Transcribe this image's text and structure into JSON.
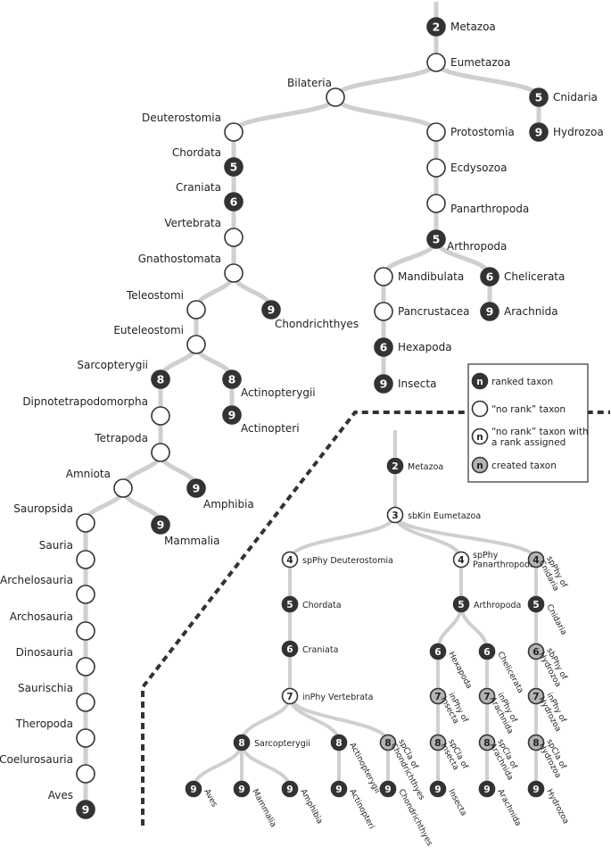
{
  "colors": {
    "edge": "#cfcfcf",
    "ranked_fill": "#333333",
    "ranked_text": "#ffffff",
    "norank_fill": "#ffffff",
    "norank_stroke": "#333333",
    "created_fill": "#b3b3b3",
    "divider": "#333333"
  },
  "left_tree": {
    "nodes": [
      {
        "id": "metazoa",
        "label": "Metazoa",
        "type": "ranked",
        "rank": "2"
      },
      {
        "id": "eumetazoa",
        "label": "Eumetazoa",
        "type": "norank",
        "rank": ""
      },
      {
        "id": "bilateria",
        "label": "Bilateria",
        "type": "norank",
        "rank": ""
      },
      {
        "id": "cnidaria",
        "label": "Cnidaria",
        "type": "ranked",
        "rank": "5"
      },
      {
        "id": "hydrozoa",
        "label": "Hydrozoa",
        "type": "ranked",
        "rank": "9"
      },
      {
        "id": "deuterostomia",
        "label": "Deuterostomia",
        "type": "norank",
        "rank": ""
      },
      {
        "id": "protostomia",
        "label": "Protostomia",
        "type": "norank",
        "rank": ""
      },
      {
        "id": "chordata",
        "label": "Chordata",
        "type": "ranked",
        "rank": "5"
      },
      {
        "id": "craniata",
        "label": "Craniata",
        "type": "ranked",
        "rank": "6"
      },
      {
        "id": "vertebrata",
        "label": "Vertebrata",
        "type": "norank",
        "rank": ""
      },
      {
        "id": "gnathostomata",
        "label": "Gnathostomata",
        "type": "norank",
        "rank": ""
      },
      {
        "id": "teleostomi",
        "label": "Teleostomi",
        "type": "norank",
        "rank": ""
      },
      {
        "id": "chondrichthyes",
        "label": "Chondrichthyes",
        "type": "ranked",
        "rank": "9"
      },
      {
        "id": "euteleostomi",
        "label": "Euteleostomi",
        "type": "norank",
        "rank": ""
      },
      {
        "id": "sarcopterygii",
        "label": "Sarcopterygii",
        "type": "ranked",
        "rank": "8"
      },
      {
        "id": "actinopterygii",
        "label": "Actinopterygii",
        "type": "ranked",
        "rank": "8"
      },
      {
        "id": "actinopteri",
        "label": "Actinopteri",
        "type": "ranked",
        "rank": "9"
      },
      {
        "id": "dipnotetrapodomorpha",
        "label": "Dipnotetrapodomorpha",
        "type": "norank",
        "rank": ""
      },
      {
        "id": "tetrapoda",
        "label": "Tetrapoda",
        "type": "norank",
        "rank": ""
      },
      {
        "id": "amniota",
        "label": "Amniota",
        "type": "norank",
        "rank": ""
      },
      {
        "id": "amphibia",
        "label": "Amphibia",
        "type": "ranked",
        "rank": "9"
      },
      {
        "id": "mammalia",
        "label": "Mammalia",
        "type": "ranked",
        "rank": "9"
      },
      {
        "id": "sauropsida",
        "label": "Sauropsida",
        "type": "norank",
        "rank": ""
      },
      {
        "id": "sauria",
        "label": "Sauria",
        "type": "norank",
        "rank": ""
      },
      {
        "id": "archelosauria",
        "label": "Archelosauria",
        "type": "norank",
        "rank": ""
      },
      {
        "id": "archosauria",
        "label": "Archosauria",
        "type": "norank",
        "rank": ""
      },
      {
        "id": "dinosauria",
        "label": "Dinosauria",
        "type": "norank",
        "rank": ""
      },
      {
        "id": "saurischia",
        "label": "Saurischia",
        "type": "norank",
        "rank": ""
      },
      {
        "id": "theropoda",
        "label": "Theropoda",
        "type": "norank",
        "rank": ""
      },
      {
        "id": "coelurosauria",
        "label": "Coelurosauria",
        "type": "norank",
        "rank": ""
      },
      {
        "id": "aves",
        "label": "Aves",
        "type": "ranked",
        "rank": "9"
      },
      {
        "id": "ecdysozoa",
        "label": "Ecdysozoa",
        "type": "norank",
        "rank": ""
      },
      {
        "id": "panarthropoda",
        "label": "Panarthropoda",
        "type": "norank",
        "rank": ""
      },
      {
        "id": "arthropoda",
        "label": "Arthropoda",
        "type": "ranked",
        "rank": "5"
      },
      {
        "id": "mandibulata",
        "label": "Mandibulata",
        "type": "norank",
        "rank": ""
      },
      {
        "id": "chelicerata",
        "label": "Chelicerata",
        "type": "ranked",
        "rank": "6"
      },
      {
        "id": "pancrustacea",
        "label": "Pancrustacea",
        "type": "norank",
        "rank": ""
      },
      {
        "id": "arachnida",
        "label": "Arachnida",
        "type": "ranked",
        "rank": "9"
      },
      {
        "id": "hexapoda",
        "label": "Hexapoda",
        "type": "ranked",
        "rank": "6"
      },
      {
        "id": "insecta",
        "label": "Insecta",
        "type": "ranked",
        "rank": "9"
      }
    ],
    "edges": [
      [
        "metazoa",
        "eumetazoa"
      ],
      [
        "eumetazoa",
        "bilateria"
      ],
      [
        "eumetazoa",
        "cnidaria"
      ],
      [
        "cnidaria",
        "hydrozoa"
      ],
      [
        "bilateria",
        "deuterostomia"
      ],
      [
        "bilateria",
        "protostomia"
      ],
      [
        "deuterostomia",
        "chordata"
      ],
      [
        "chordata",
        "craniata"
      ],
      [
        "craniata",
        "vertebrata"
      ],
      [
        "vertebrata",
        "gnathostomata"
      ],
      [
        "gnathostomata",
        "teleostomi"
      ],
      [
        "gnathostomata",
        "chondrichthyes"
      ],
      [
        "teleostomi",
        "euteleostomi"
      ],
      [
        "euteleostomi",
        "sarcopterygii"
      ],
      [
        "euteleostomi",
        "actinopterygii"
      ],
      [
        "actinopterygii",
        "actinopteri"
      ],
      [
        "sarcopterygii",
        "dipnotetrapodomorpha"
      ],
      [
        "dipnotetrapodomorpha",
        "tetrapoda"
      ],
      [
        "tetrapoda",
        "amniota"
      ],
      [
        "tetrapoda",
        "amphibia"
      ],
      [
        "amniota",
        "sauropsida"
      ],
      [
        "amniota",
        "mammalia"
      ],
      [
        "sauropsida",
        "sauria"
      ],
      [
        "sauria",
        "archelosauria"
      ],
      [
        "archelosauria",
        "archosauria"
      ],
      [
        "archosauria",
        "dinosauria"
      ],
      [
        "dinosauria",
        "saurischia"
      ],
      [
        "saurischia",
        "theropoda"
      ],
      [
        "theropoda",
        "coelurosauria"
      ],
      [
        "coelurosauria",
        "aves"
      ],
      [
        "protostomia",
        "ecdysozoa"
      ],
      [
        "ecdysozoa",
        "panarthropoda"
      ],
      [
        "panarthropoda",
        "arthropoda"
      ],
      [
        "arthropoda",
        "mandibulata"
      ],
      [
        "arthropoda",
        "chelicerata"
      ],
      [
        "mandibulata",
        "pancrustacea"
      ],
      [
        "chelicerata",
        "arachnida"
      ],
      [
        "pancrustacea",
        "hexapoda"
      ],
      [
        "hexapoda",
        "insecta"
      ]
    ]
  },
  "right_tree": {
    "nodes": [
      {
        "id": "r-metazoa",
        "label": "Metazoa",
        "type": "ranked",
        "rank": "2"
      },
      {
        "id": "r-eumetazoa",
        "label": "sbKin Eumetazoa",
        "type": "assigned",
        "rank": "3"
      },
      {
        "id": "r-deuterostomia",
        "label": "spPhy Deuterostomia",
        "type": "assigned",
        "rank": "4"
      },
      {
        "id": "r-panarthropoda",
        "label": "spPhy Panarthropoda",
        "type": "assigned",
        "rank": "4"
      },
      {
        "id": "r-spphy-cnidaria",
        "label": "spPhy of Cnidaria",
        "type": "created",
        "rank": "4"
      },
      {
        "id": "r-chordata",
        "label": "Chordata",
        "type": "ranked",
        "rank": "5"
      },
      {
        "id": "r-arthropoda",
        "label": "Arthropoda",
        "type": "ranked",
        "rank": "5"
      },
      {
        "id": "r-cnidaria",
        "label": "Cnidaria",
        "type": "ranked",
        "rank": "5"
      },
      {
        "id": "r-craniata",
        "label": "Craniata",
        "type": "ranked",
        "rank": "6"
      },
      {
        "id": "r-hexapoda",
        "label": "Hexapoda",
        "type": "ranked",
        "rank": "6"
      },
      {
        "id": "r-chelicerata",
        "label": "Chelicerata",
        "type": "ranked",
        "rank": "6"
      },
      {
        "id": "r-sbphy-hydrozoa",
        "label": "sbPhy of Hydrozoa",
        "type": "created",
        "rank": "6"
      },
      {
        "id": "r-vertebrata",
        "label": "inPhy Vertebrata",
        "type": "assigned",
        "rank": "7"
      },
      {
        "id": "r-inphy-insecta",
        "label": "inPhy of Insecta",
        "type": "created",
        "rank": "7"
      },
      {
        "id": "r-inphy-arachnida",
        "label": "inPhy of Arachnida",
        "type": "created",
        "rank": "7"
      },
      {
        "id": "r-inphy-hydrozoa",
        "label": "inPhy of Hydrozoa",
        "type": "created",
        "rank": "7"
      },
      {
        "id": "r-sarcopterygii",
        "label": "Sarcopterygii",
        "type": "ranked",
        "rank": "8"
      },
      {
        "id": "r-actinopterygii",
        "label": "Actinopterygii",
        "type": "ranked",
        "rank": "8"
      },
      {
        "id": "r-spcla-chondrichthyes",
        "label": "spCla of Chondrichthyes",
        "type": "created",
        "rank": "8"
      },
      {
        "id": "r-spcla-insecta",
        "label": "spCla of Insecta",
        "type": "created",
        "rank": "8"
      },
      {
        "id": "r-spcla-arachnida",
        "label": "spCla of Arachnida",
        "type": "created",
        "rank": "8"
      },
      {
        "id": "r-spcla-hydrozoa",
        "label": "spCla of Hydrozoa",
        "type": "created",
        "rank": "8"
      },
      {
        "id": "r-aves",
        "label": "Aves",
        "type": "ranked",
        "rank": "9"
      },
      {
        "id": "r-mammalia",
        "label": "Mammalia",
        "type": "ranked",
        "rank": "9"
      },
      {
        "id": "r-amphibia",
        "label": "Amphibia",
        "type": "ranked",
        "rank": "9"
      },
      {
        "id": "r-actinopteri",
        "label": "Actinopteri",
        "type": "ranked",
        "rank": "9"
      },
      {
        "id": "r-chondrichthyes",
        "label": "Chondrichthyes",
        "type": "ranked",
        "rank": "9"
      },
      {
        "id": "r-insecta",
        "label": "Insecta",
        "type": "ranked",
        "rank": "9"
      },
      {
        "id": "r-arachnida",
        "label": "Arachnida",
        "type": "ranked",
        "rank": "9"
      },
      {
        "id": "r-hydrozoa",
        "label": "Hydrozoa",
        "type": "ranked",
        "rank": "9"
      }
    ],
    "edges": [
      [
        "r-metazoa",
        "r-eumetazoa"
      ],
      [
        "r-eumetazoa",
        "r-deuterostomia"
      ],
      [
        "r-eumetazoa",
        "r-panarthropoda"
      ],
      [
        "r-eumetazoa",
        "r-spphy-cnidaria"
      ],
      [
        "r-deuterostomia",
        "r-chordata"
      ],
      [
        "r-chordata",
        "r-craniata"
      ],
      [
        "r-craniata",
        "r-vertebrata"
      ],
      [
        "r-vertebrata",
        "r-sarcopterygii"
      ],
      [
        "r-vertebrata",
        "r-actinopterygii"
      ],
      [
        "r-vertebrata",
        "r-spcla-chondrichthyes"
      ],
      [
        "r-sarcopterygii",
        "r-aves"
      ],
      [
        "r-sarcopterygii",
        "r-mammalia"
      ],
      [
        "r-sarcopterygii",
        "r-amphibia"
      ],
      [
        "r-actinopterygii",
        "r-actinopteri"
      ],
      [
        "r-spcla-chondrichthyes",
        "r-chondrichthyes"
      ],
      [
        "r-panarthropoda",
        "r-arthropoda"
      ],
      [
        "r-arthropoda",
        "r-hexapoda"
      ],
      [
        "r-arthropoda",
        "r-chelicerata"
      ],
      [
        "r-hexapoda",
        "r-inphy-insecta"
      ],
      [
        "r-inphy-insecta",
        "r-spcla-insecta"
      ],
      [
        "r-spcla-insecta",
        "r-insecta"
      ],
      [
        "r-chelicerata",
        "r-inphy-arachnida"
      ],
      [
        "r-inphy-arachnida",
        "r-spcla-arachnida"
      ],
      [
        "r-spcla-arachnida",
        "r-arachnida"
      ],
      [
        "r-spphy-cnidaria",
        "r-cnidaria"
      ],
      [
        "r-cnidaria",
        "r-sbphy-hydrozoa"
      ],
      [
        "r-sbphy-hydrozoa",
        "r-inphy-hydrozoa"
      ],
      [
        "r-inphy-hydrozoa",
        "r-spcla-hydrozoa"
      ],
      [
        "r-spcla-hydrozoa",
        "r-hydrozoa"
      ]
    ]
  },
  "legend": {
    "items": [
      {
        "type": "ranked",
        "symbol": "n",
        "label": [
          "ranked taxon"
        ]
      },
      {
        "type": "norank",
        "symbol": "",
        "label": [
          "“no rank” taxon"
        ]
      },
      {
        "type": "assigned",
        "symbol": "n",
        "label": [
          "“no rank” taxon with",
          "a rank assigned"
        ]
      },
      {
        "type": "created",
        "symbol": "n",
        "label": [
          "created taxon"
        ]
      }
    ]
  }
}
